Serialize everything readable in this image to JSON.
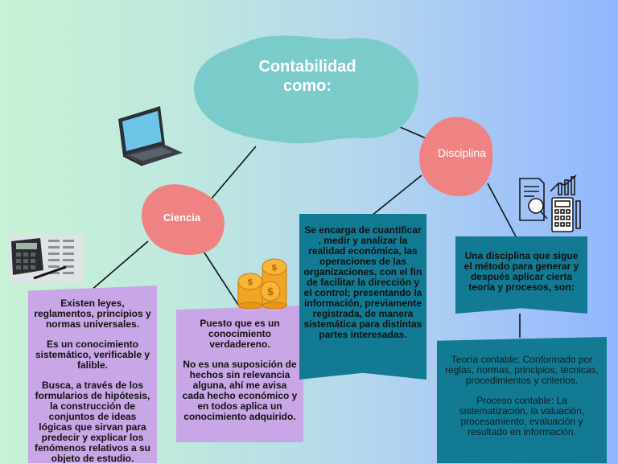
{
  "title": "Contabilidad\ncomo:",
  "nodes": {
    "ciencia": "Ciencia",
    "disciplina": "Disciplina"
  },
  "cards": {
    "ciencia_leyes": [
      "Existen leyes, reglamentos, principios y normas universales.",
      "Es un conocimiento sistemático, verificable y falible.",
      "Busca, a través de los formularios de hipótesis, la construcción de conjuntos de ideas lógicas que sirvan para predecir y explicar los fenómenos relativos a su objeto de estudio."
    ],
    "ciencia_conocimiento": [
      "Puesto que es un conocimiento verdadereno.",
      "No es una suposición de hechos sin relevancia alguna, ahí me avisa cada hecho económico y en todos aplica un conocimiento adquirido."
    ],
    "definicion": "Se encarga de cuantificar , medir y analizar la realidad económica, las operaciones de las organizaciones, con el fin de facilitar la dirección y el control; presentando la información, previamente registrada, de manera sistemática para distintas partes interesadas.",
    "disciplina_metodo": "Una disciplina que sigue el método para generar y después aplicar cierta teoría y procesos, son:",
    "disciplina_teoria": [
      "Teoría contable: Conformado por reglas, normas, principios, técnicas, procedimientos y criterios.",
      "Proceso contable: La sistematización, la valuación, procesamiento, evaluación y resultado en información."
    ]
  },
  "colors": {
    "main_blob": "#7ccbcb",
    "pink_blob": "#ef8383",
    "card_purple": "#c9a6e6",
    "card_teal": "#127a92",
    "connector": "#111111"
  },
  "icons": [
    "laptop-icon",
    "calculator-paper-icon",
    "gold-coins-icon",
    "financial-analysis-icon"
  ]
}
